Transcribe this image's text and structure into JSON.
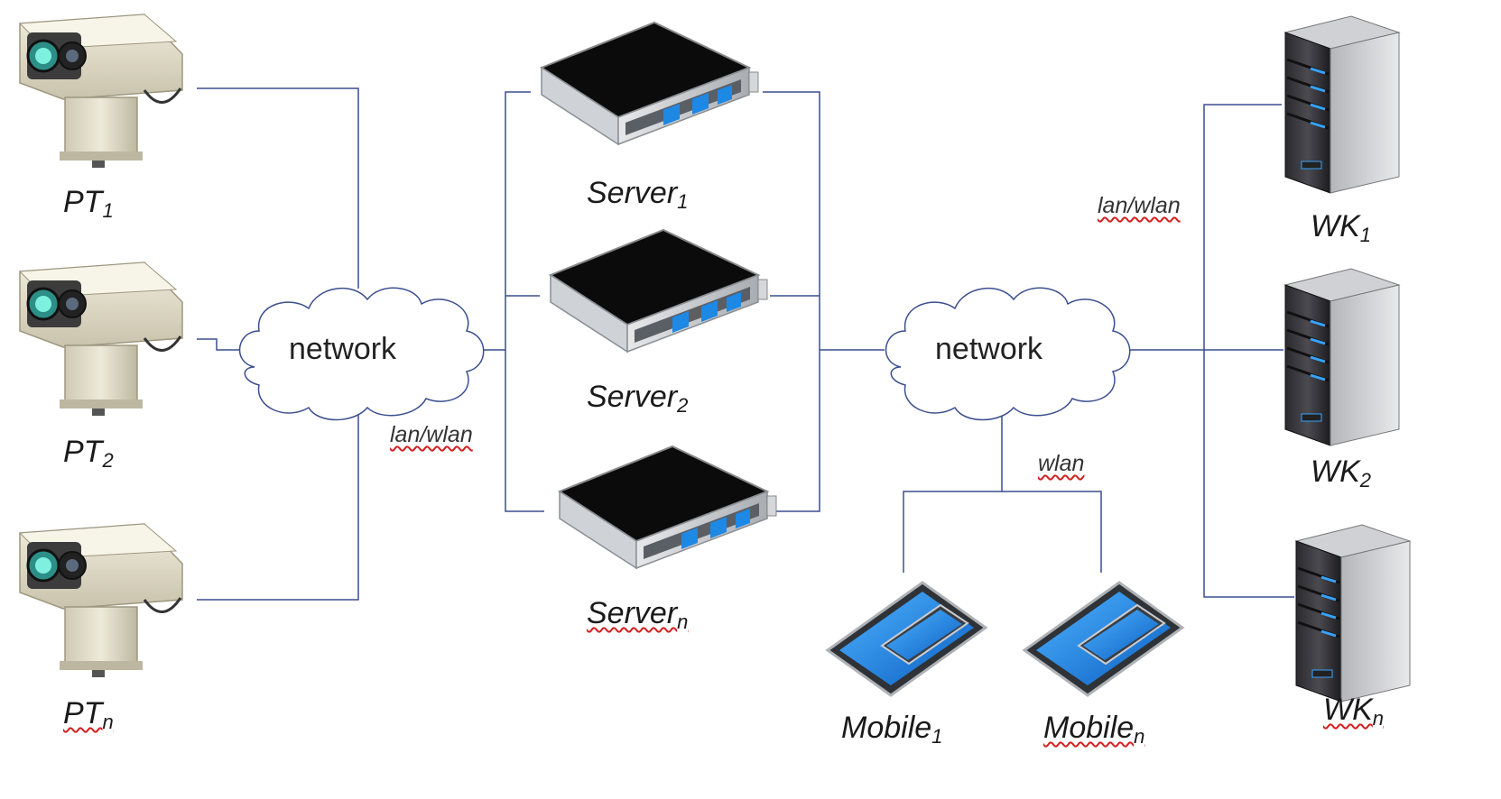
{
  "cameras": [
    {
      "name": "PT",
      "sub": "1"
    },
    {
      "name": "PT",
      "sub": "2"
    },
    {
      "name": "PT",
      "sub": "n"
    }
  ],
  "servers": [
    {
      "name": "Server",
      "sub": "1"
    },
    {
      "name": "Server",
      "sub": "2"
    },
    {
      "name": "Server",
      "sub": "n"
    }
  ],
  "workstations": [
    {
      "name": "WK",
      "sub": "1"
    },
    {
      "name": "WK",
      "sub": "2"
    },
    {
      "name": "WK",
      "sub": "n"
    }
  ],
  "mobiles": [
    {
      "name": "Mobile",
      "sub": "1"
    },
    {
      "name": "Mobile",
      "sub": "n"
    }
  ],
  "clouds": {
    "left": "network",
    "right": "network"
  },
  "links": {
    "left": "lan/wlan",
    "right_top": "lan/wlan",
    "mobile": "wlan"
  },
  "colors": {
    "line": "#3b4f8f",
    "cloud_stroke": "#3b4f8f",
    "screen": "#1e88e5",
    "server_top": "#0b0b0b"
  },
  "icons": {
    "camera": "ptz-camera-icon",
    "server": "rack-server-icon",
    "workstation": "tower-server-icon",
    "mobile": "tablet-phone-icon"
  }
}
